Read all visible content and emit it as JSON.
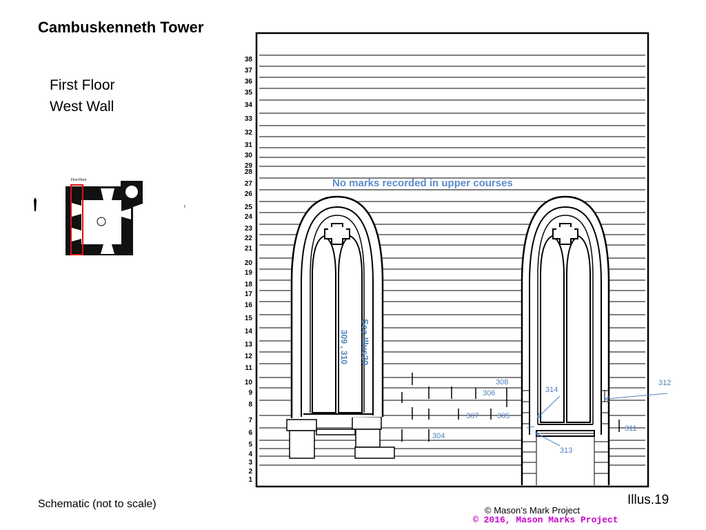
{
  "title": "Cambuskenneth Tower",
  "subtitle_line1": "First Floor",
  "subtitle_line2": "West Wall",
  "plan_label": "First Floor",
  "schematic_note": "Schematic (not to scale)",
  "illustration_ref": "Illus.19",
  "copyright_1": "© Mason’s Mark Project",
  "copyright_2": "© 2016, Mason Marks Project",
  "wall_note": "No marks recorded in upper courses",
  "window_note_marks": "309 , 310",
  "window_note_see": "See Illus20",
  "course_numbers": [
    "1",
    "2",
    "3",
    "4",
    "5",
    "6",
    "7",
    "8",
    "9",
    "10",
    "11",
    "12",
    "13",
    "14",
    "15",
    "16",
    "17",
    "18",
    "19",
    "20",
    "21",
    "22",
    "23",
    "24",
    "25",
    "26",
    "27",
    "28",
    "29",
    "30",
    "31",
    "32",
    "33",
    "34",
    "35",
    "36",
    "37",
    "38"
  ],
  "mark_labels": {
    "m304": "304",
    "m305": "305",
    "m306": "306",
    "m307": "307",
    "m308": "308",
    "m311": "311",
    "m312": "312",
    "m313": "313",
    "m314": "314"
  },
  "colors": {
    "mark_blue": "#4f81bd",
    "outline": "#000000",
    "plan_highlight": "#e01010",
    "copyright_magenta": "#cc00cc"
  }
}
